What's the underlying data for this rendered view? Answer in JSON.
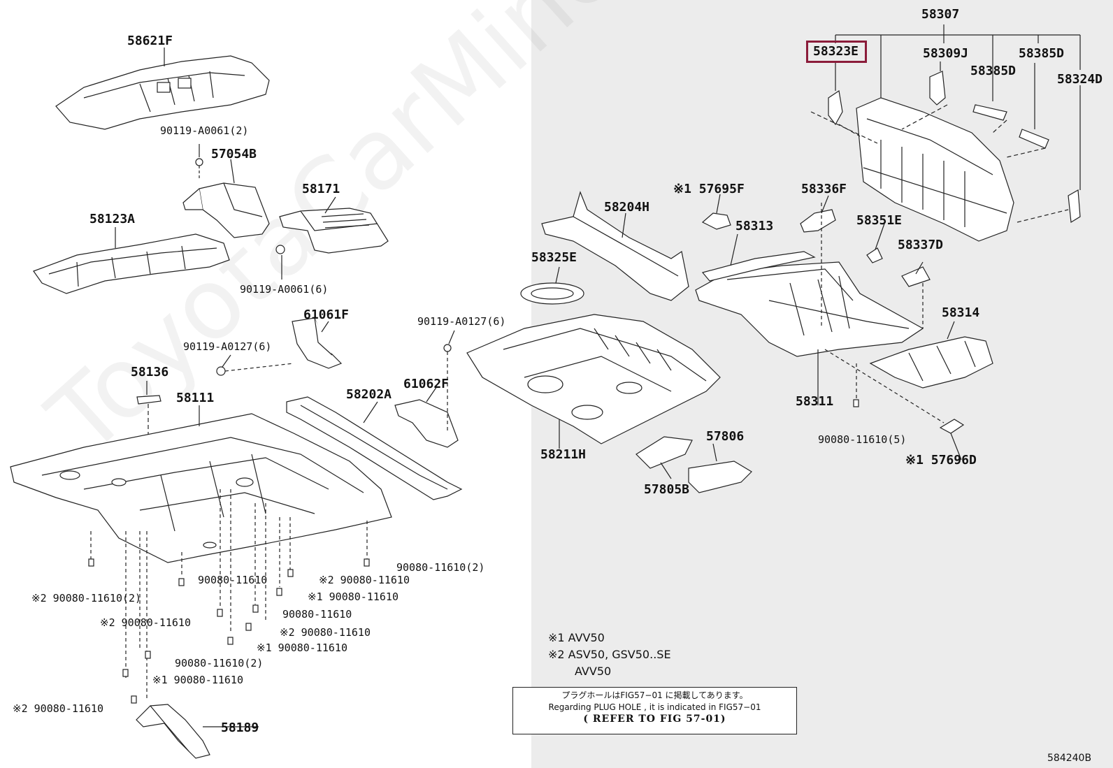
{
  "watermark": "ToyotaCarMine.ru",
  "highlighted_part": "58323E",
  "figure_code": "584240B",
  "part_labels": {
    "p58621F": "58621F",
    "p57054B": "57054B",
    "p58123A": "58123A",
    "p58171": "58171",
    "p61061F": "61061F",
    "p58136": "58136",
    "p58111": "58111",
    "p58202A": "58202A",
    "p61062F": "61062F",
    "p58189": "58189",
    "p58204H": "58204H",
    "p58325E": "58325E",
    "p58211H": "58211H",
    "p57695F": "※1 57695F",
    "p58313": "58313",
    "p58336F": "58336F",
    "p58351E": "58351E",
    "p58337D": "58337D",
    "p58314": "58314",
    "p58311": "58311",
    "p57806": "57806",
    "p57805B": "57805B",
    "p57696D": "※1 57696D",
    "p58307": "58307",
    "p58323E": "58323E",
    "p58309J": "58309J",
    "p58385D_a": "58385D",
    "p58385D_b": "58385D",
    "p58324D": "58324D"
  },
  "bolt_labels": {
    "b1": "90119-A0061(2)",
    "b2": "90119-A0061(6)",
    "b3": "90119-A0127(6)",
    "b4": "90119-A0127(6)",
    "b5": "90080-11610(2)",
    "b6": "※2 90080-11610(2)",
    "b7": "90080-11610",
    "b8": "※2 90080-11610",
    "b9": "※1 90080-11610",
    "b10": "90080-11610",
    "b11": "※2 90080-11610",
    "b12": "※2 90080-11610",
    "b13": "※1 90080-11610",
    "b14": "90080-11610(2)",
    "b15": "※1 90080-11610",
    "b16": "※2 90080-11610",
    "b17": "90080-11610(5)"
  },
  "legend": {
    "line1": "※1  AVV50",
    "line2": "※2  ASV50, GSV50..SE",
    "line3": "AVV50"
  },
  "note": {
    "jp": "プラグホールはFIG57−01 に掲載してあります。",
    "en": "Regarding  PLUG HOLE  , it is indicated  in  FIG57−01",
    "ref": "( REFER TO FIG 57-01)"
  }
}
